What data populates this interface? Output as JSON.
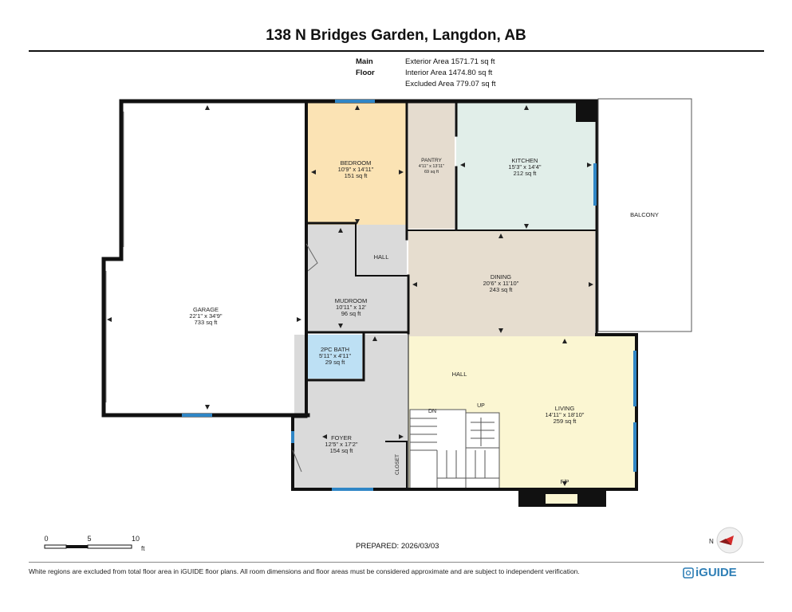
{
  "header": {
    "title": "138 N Bridges Garden, Langdon, AB",
    "floor_label": "Main Floor",
    "area_lines": [
      "Exterior Area 1571.71 sq ft",
      "Interior Area 1474.80 sq ft",
      "Excluded Area 779.07 sq ft"
    ]
  },
  "rooms": {
    "garage": {
      "name": "GARAGE",
      "dims": "22'1\" x 34'9\"",
      "area": "733 sq ft"
    },
    "bedroom": {
      "name": "BEDROOM",
      "dims": "10'9\" x 14'11\"",
      "area": "151 sq ft"
    },
    "pantry": {
      "name": "PANTRY",
      "dims": "4'11\" x 13'11\"",
      "area": "69 sq ft"
    },
    "kitchen": {
      "name": "KITCHEN",
      "dims": "15'3\" x 14'4\"",
      "area": "212 sq ft"
    },
    "balcony": {
      "name": "BALCONY"
    },
    "hall_small": {
      "name": "HALL"
    },
    "dining": {
      "name": "DINING",
      "dims": "20'6\" x 11'10\"",
      "area": "243 sq ft"
    },
    "mudroom": {
      "name": "MUDROOM",
      "dims": "10'11\" x 12'",
      "area": "96 sq ft"
    },
    "bath": {
      "name": "2PC BATH",
      "dims": "5'11\" x 4'11\"",
      "area": "29 sq ft"
    },
    "hall_large": {
      "name": "HALL"
    },
    "living": {
      "name": "LIVING",
      "dims": "14'11\" x 18'10\"",
      "area": "259 sq ft"
    },
    "foyer": {
      "name": "FOYER",
      "dims": "12'5\" x 17'2\"",
      "area": "154 sq ft"
    },
    "closet": {
      "name": "CLOSET"
    },
    "stairs_dn": "DN",
    "stairs_up": "UP",
    "fireplace": "F/P"
  },
  "scale": {
    "ticks": [
      "0",
      "5",
      "10"
    ],
    "unit": "ft"
  },
  "compass_label": "N",
  "prepared": "PREPARED: 2026/03/03",
  "footnote": "White regions are excluded from total floor area in iGUIDE floor plans. All room dimensions and floor areas must be considered approximate and are subject to independent verification.",
  "logo": "iGUIDE",
  "colors": {
    "wall": "#111111",
    "window": "#2f86c6",
    "bedroom": "#fbe3b4",
    "pantry": "#e5dccf",
    "kitchen": "#e1eee9",
    "dining": "#e6ddcf",
    "hall": "#fbf6d2",
    "mudroom": "#dadada",
    "bath": "#bde0f4",
    "foyer": "#dadada",
    "living": "#fbf6d2",
    "garage": "#ffffff"
  }
}
